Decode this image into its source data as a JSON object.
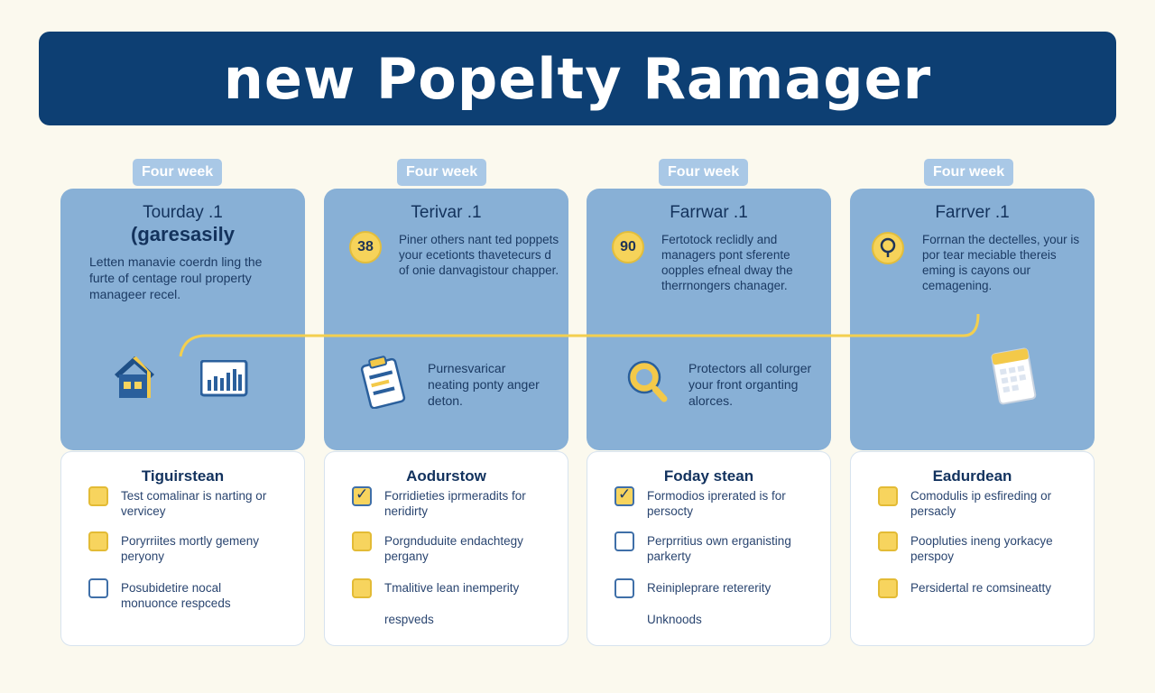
{
  "banner": {
    "title": "new Popelty Ramager"
  },
  "columns": [
    {
      "tag": "Four week",
      "title": "Tourday .1",
      "subtitle": "(garesasily",
      "badge": "",
      "description": "Letten manavie coerdn ling the furte of centage roul property manageer recel.",
      "mid_text": "",
      "icons": [
        "house-icon",
        "bar-chart-icon"
      ],
      "list_title": "Tiguirstean",
      "items": [
        {
          "text": "Test comalinar is narting or vervicey",
          "state": "filled"
        },
        {
          "text": "Poryrriites mortly gemeny peryony",
          "state": "filled"
        },
        {
          "text": "Posubidetire nocal monuonce respceds",
          "state": "empty"
        }
      ]
    },
    {
      "tag": "Four week",
      "title": "Terivar .1",
      "subtitle": "",
      "badge": "38",
      "description": "Piner others nant ted poppets your ecetionts thavetecurs d of onie danvagistour chapper.",
      "mid_text": "Purnesvaricar neating ponty anger deton.",
      "icons": [
        "clipboard-icon"
      ],
      "list_title": "Aodurstow",
      "items": [
        {
          "text": "Forridieties iprmeradits for neridirty",
          "state": "checked"
        },
        {
          "text": "Porgnduduite endachtegy pergany",
          "state": "filled"
        },
        {
          "text": "Tmalitive lean inemperity",
          "state": "filled"
        },
        {
          "text": "respveds",
          "state": "none"
        }
      ]
    },
    {
      "tag": "Four week",
      "title": "Farrwar .1",
      "subtitle": "",
      "badge": "90",
      "description": "Fertotock reclidly and managers pont sferente oopples efneal dway the therrnongers chanager.",
      "mid_text": "Protectors all colurger your front organting alorces.",
      "icons": [
        "magnifier-icon"
      ],
      "list_title": "Foday stean",
      "items": [
        {
          "text": "Formodios iprerated is for persocty",
          "state": "checked"
        },
        {
          "text": "Perprritius own erganisting parkerty",
          "state": "empty"
        },
        {
          "text": "Reinipleprare retererity",
          "state": "empty"
        },
        {
          "text": "Unknoods",
          "state": "none"
        }
      ]
    },
    {
      "tag": "Four week",
      "title": "Farrver .1",
      "subtitle": "",
      "badge": "",
      "description": "Forrnan the dectelles, your is por tear meciable thereis eming is cayons our cemagening.",
      "mid_text": "",
      "icons": [
        "calendar-icon"
      ],
      "list_title": "Eadurdean",
      "items": [
        {
          "text": "Comodulis ip esfireding or persacly",
          "state": "filled"
        },
        {
          "text": "Poopluties ineng yorkacye perspoy",
          "state": "filled"
        },
        {
          "text": "Persidertal re comsineatty",
          "state": "filled"
        }
      ]
    }
  ],
  "colors": {
    "banner": "#0d3f73",
    "card": "#88b0d6",
    "accent_yellow": "#f6d35a",
    "background": "#fbf9ee"
  }
}
